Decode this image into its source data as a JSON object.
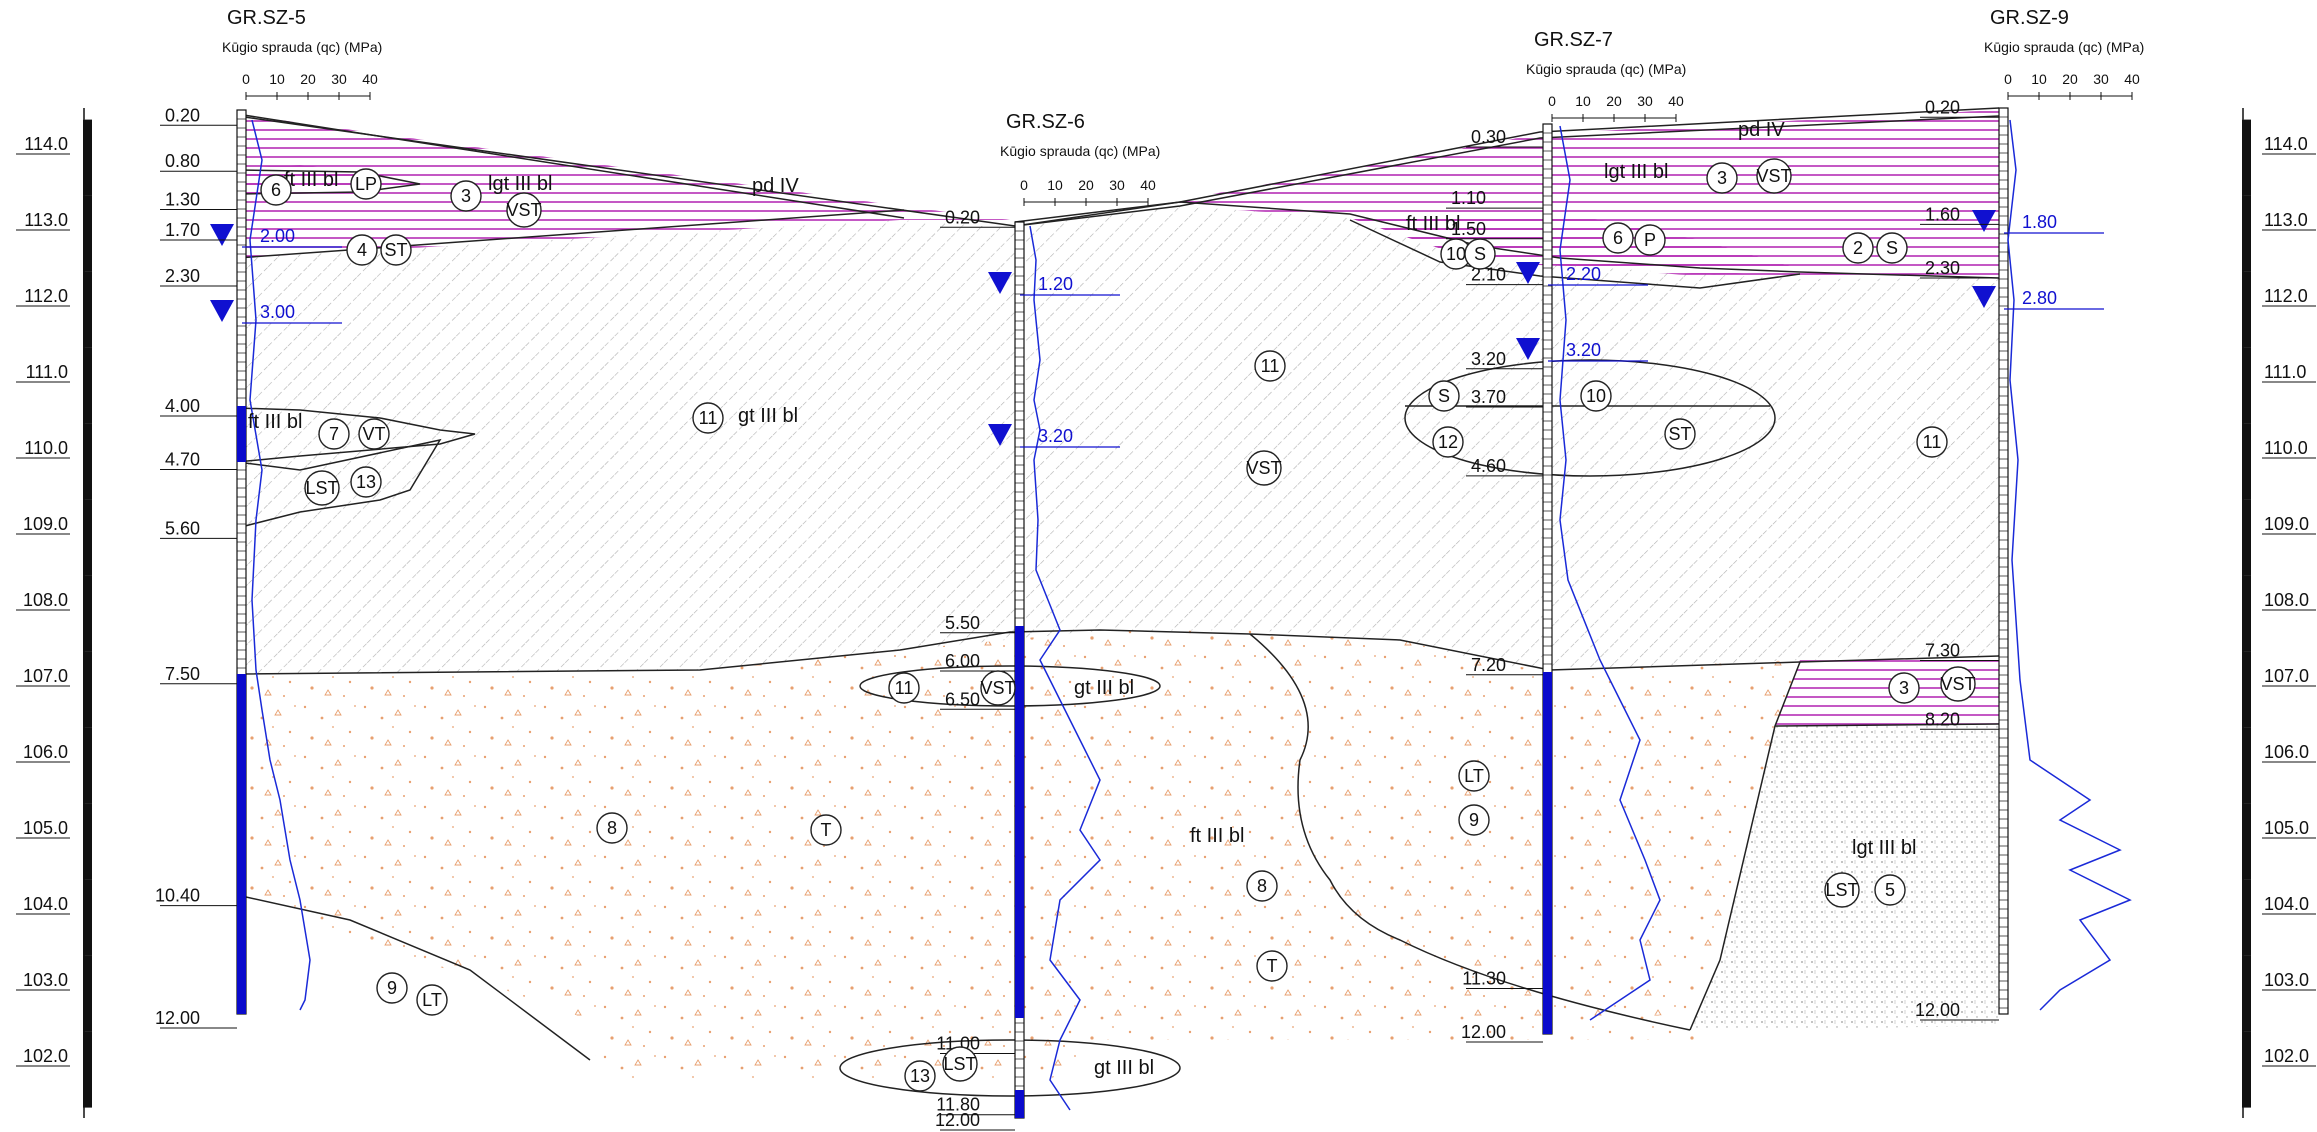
{
  "colors": {
    "water": "#1010d0",
    "sand": "#e8a070",
    "clay_stripes": "#b020b0",
    "line": "#222222",
    "casing": "#0a0acc"
  },
  "axis_left": {
    "min": 101.4,
    "max": 114.6,
    "labels": [
      "114.0",
      "113.0",
      "112.0",
      "111.0",
      "110.0",
      "109.0",
      "108.0",
      "107.0",
      "106.0",
      "105.0",
      "104.0",
      "103.0",
      "102.0"
    ]
  },
  "axis_right": {
    "labels": [
      "114.0",
      "113.0",
      "112.0",
      "111.0",
      "110.0",
      "109.0",
      "108.0",
      "107.0",
      "106.0",
      "105.0",
      "104.0",
      "103.0",
      "102.0"
    ]
  },
  "cpt_axis_title": "Kūgio sprauda (qc) (MPa)",
  "cpt_ticks": [
    "0",
    "10",
    "20",
    "30",
    "40"
  ],
  "boreholes": [
    {
      "name": "GR.SZ-5",
      "top_depth": "0.20",
      "depths": [
        {
          "d": 0.2,
          "t": "0.20"
        },
        {
          "d": 0.8,
          "t": "0.80"
        },
        {
          "d": 1.3,
          "t": "1.30"
        },
        {
          "d": 1.7,
          "t": "1.70"
        },
        {
          "d": 2.3,
          "t": "2.30"
        },
        {
          "d": 4.0,
          "t": "4.00"
        },
        {
          "d": 4.7,
          "t": "4.70"
        },
        {
          "d": 5.6,
          "t": "5.60"
        },
        {
          "d": 7.5,
          "t": "7.50"
        },
        {
          "d": 10.4,
          "t": "10.40"
        },
        {
          "d": 12.0,
          "t": "12.00"
        }
      ],
      "water": [
        "2.00",
        "3.00"
      ]
    },
    {
      "name": "GR.SZ-6",
      "depths": [
        {
          "d": 0.2,
          "t": "0.20"
        },
        {
          "d": 5.5,
          "t": "5.50"
        },
        {
          "d": 6.0,
          "t": "6.00"
        },
        {
          "d": 6.5,
          "t": "6.50"
        },
        {
          "d": 11.0,
          "t": "11.00"
        },
        {
          "d": 11.8,
          "t": "11.80"
        },
        {
          "d": 12.0,
          "t": "12.00"
        }
      ],
      "water": [
        "1.20",
        "3.20"
      ]
    },
    {
      "name": "GR.SZ-7",
      "depths": [
        {
          "d": 0.3,
          "t": "0.30"
        },
        {
          "d": 1.1,
          "t": "1.10"
        },
        {
          "d": 1.5,
          "t": "1.50"
        },
        {
          "d": 2.1,
          "t": "2.10"
        },
        {
          "d": 3.2,
          "t": "3.20"
        },
        {
          "d": 3.7,
          "t": "3.70"
        },
        {
          "d": 4.6,
          "t": "4.60"
        },
        {
          "d": 7.2,
          "t": "7.20"
        },
        {
          "d": 11.3,
          "t": "11.30"
        },
        {
          "d": 12.0,
          "t": "12.00"
        }
      ],
      "water": [
        "2.20",
        "3.20"
      ]
    },
    {
      "name": "GR.SZ-9",
      "depths": [
        {
          "d": 0.2,
          "t": "0.20"
        },
        {
          "d": 1.6,
          "t": "1.60"
        },
        {
          "d": 2.3,
          "t": "2.30"
        },
        {
          "d": 7.3,
          "t": "7.30"
        },
        {
          "d": 8.2,
          "t": "8.20"
        },
        {
          "d": 12.0,
          "t": "12.00"
        }
      ],
      "water": [
        "1.80",
        "2.80"
      ]
    }
  ],
  "soil_labels": {
    "pd_iv_a": "pd IV",
    "pd_iv_b": "pd IV",
    "lgt_a": "lgt III bl",
    "lgt_b": "lgt III bl",
    "lgt_c": "lgt III bl",
    "ft_a": "ft III bl",
    "ft_b": "ft III bl",
    "ft_c": "ft III bl",
    "ft_d": "ft III bl",
    "gt_a": "gt III bl",
    "gt_b": "gt III bl",
    "gt_c": "gt III bl"
  },
  "codes": {
    "c6a": "6",
    "cLP": "LP",
    "c3a": "3",
    "cVSTa": "VST",
    "c4": "4",
    "cSTa": "ST",
    "c7": "7",
    "cVT": "VT",
    "cLSTa": "LST",
    "c13a": "13",
    "c11a": "11",
    "c8a": "8",
    "cTa": "T",
    "c9a": "9",
    "cLTa": "LT",
    "c11b": "11",
    "cVSTb": "VST",
    "c11c": "11",
    "cVSTc": "VST",
    "c8b": "8",
    "cTb": "T",
    "c13b": "13",
    "cLSTb": "LST",
    "c10a": "10",
    "cSa": "S",
    "c6b": "6",
    "cP": "P",
    "c3b": "3",
    "cVSTd": "VST",
    "cSb": "S",
    "c10b": "10",
    "c12": "12",
    "cSTb": "ST",
    "cLTb": "LT",
    "c9b": "9",
    "c2": "2",
    "cSc": "S",
    "c11d": "11",
    "c3c": "3",
    "cVSTe": "VST",
    "cLSTc": "LST",
    "c5": "5"
  }
}
